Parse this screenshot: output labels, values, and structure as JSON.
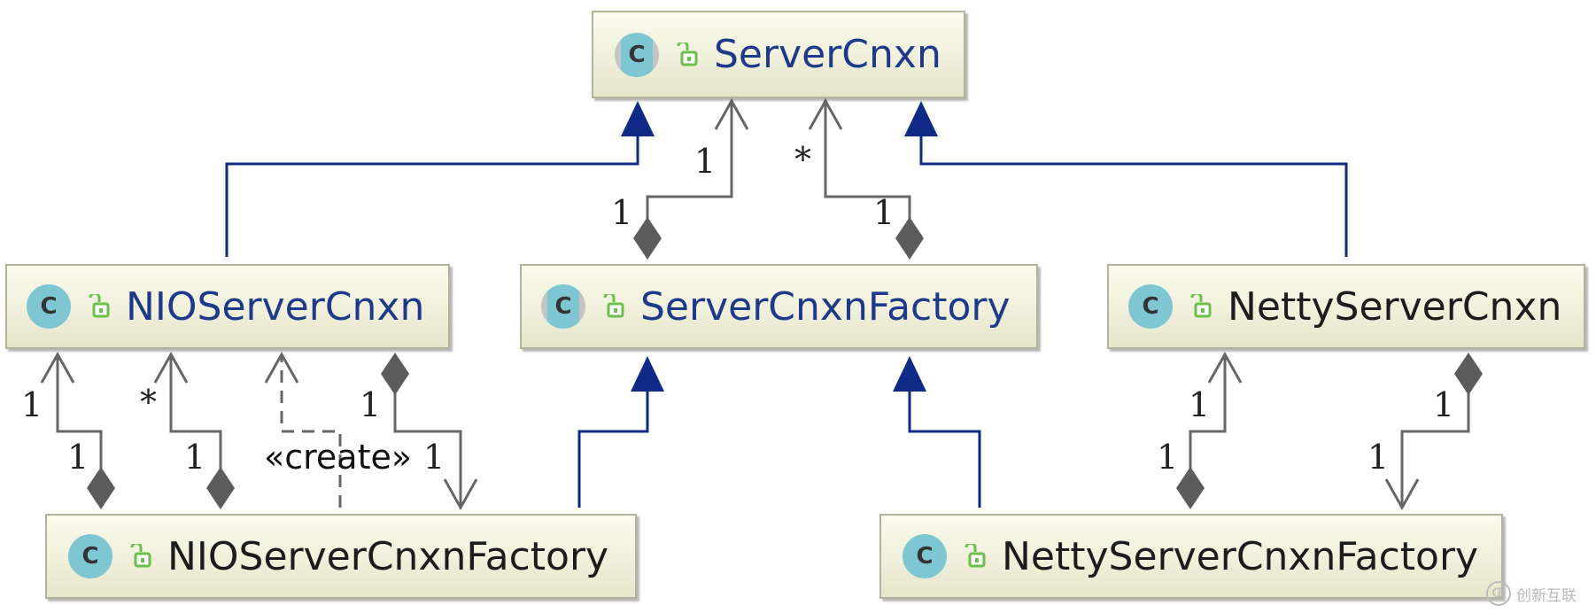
{
  "classes": {
    "server_cnxn": {
      "name": "ServerCnxn",
      "icon": "abstract-class-icon"
    },
    "nio_server_cnxn": {
      "name": "NIOServerCnxn",
      "icon": "class-icon"
    },
    "server_cnxn_factory": {
      "name": "ServerCnxnFactory",
      "icon": "abstract-class-icon"
    },
    "netty_server_cnxn": {
      "name": "NettyServerCnxn",
      "icon": "class-icon"
    },
    "nio_server_cnxn_factory": {
      "name": "NIOServerCnxnFactory",
      "icon": "class-icon"
    },
    "netty_server_cnxn_factory": {
      "name": "NettyServerCnxnFactory",
      "icon": "class-icon"
    }
  },
  "class_icon_letter": "C",
  "multiplicities": {
    "one": "1",
    "many": "*"
  },
  "stereotype_create": "«create»",
  "watermark": {
    "icon": "Œ",
    "text": "创新互联"
  },
  "colors": {
    "node_fill_top": "#fbfbee",
    "node_fill_bottom": "#e6e6cb",
    "node_border": "#b3b39b",
    "inheritance": "#0f2a86",
    "association": "#666666",
    "blue_name": "#1d3a8a",
    "lock_green": "#6cbf4a"
  }
}
